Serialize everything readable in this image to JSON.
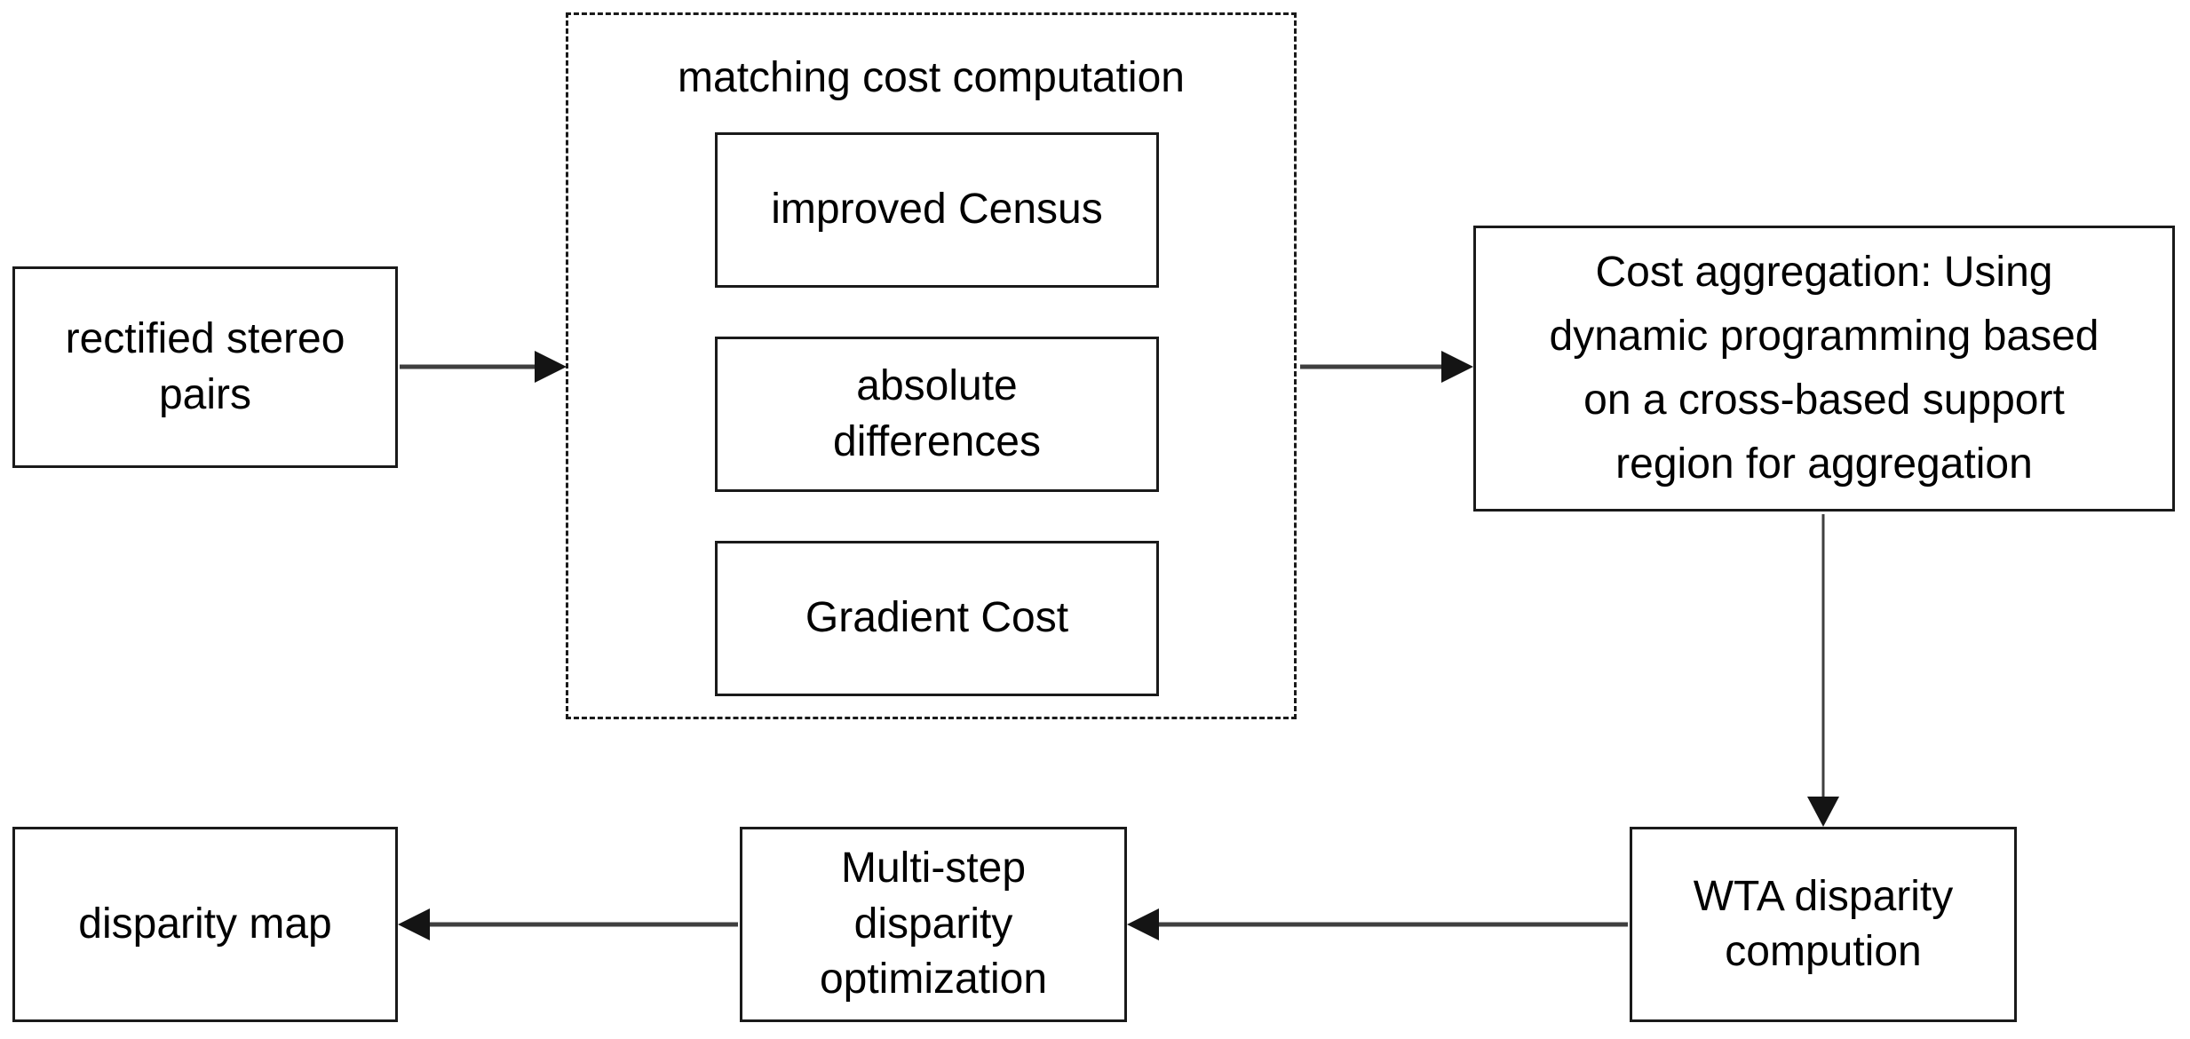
{
  "diagram": {
    "type": "flowchart",
    "theme": {
      "background": "#ffffff",
      "border-color": "#1a1a1a",
      "text-color": "#000000",
      "line-color": "#3f3f3f",
      "head-color": "#141414"
    },
    "nodes": {
      "rectified": {
        "label": "rectified stereo pairs",
        "lines": [
          "rectified stereo",
          "pairs"
        ]
      },
      "matching_group": {
        "label": "matching cost computation",
        "children": [
          "census",
          "absolute",
          "gradient"
        ]
      },
      "census": {
        "label": "improved Census",
        "lines": [
          "improved Census"
        ]
      },
      "absolute": {
        "label": "absolute differences",
        "lines": [
          "absolute",
          "differences"
        ]
      },
      "gradient": {
        "label": "Gradient Cost",
        "lines": [
          "Gradient Cost"
        ]
      },
      "aggregation": {
        "label": "Cost aggregation: Using dynamic programming based on a cross-based support region for aggregation",
        "lines": [
          "Cost aggregation: Using",
          "dynamic programming based",
          "on a cross-based support",
          "region for aggregation"
        ]
      },
      "wta": {
        "label": "WTA disparity compution",
        "lines": [
          "WTA disparity",
          "compution"
        ]
      },
      "multistep": {
        "label": "Multi-step disparity optimization",
        "lines": [
          "Multi-step",
          "disparity",
          "optimization"
        ]
      },
      "disparity": {
        "label": "disparity map",
        "lines": [
          "disparity map"
        ]
      }
    },
    "edges": [
      {
        "from": "rectified",
        "to": "matching_group",
        "direction": "right"
      },
      {
        "from": "matching_group",
        "to": "aggregation",
        "direction": "right"
      },
      {
        "from": "aggregation",
        "to": "wta",
        "direction": "down"
      },
      {
        "from": "wta",
        "to": "multistep",
        "direction": "left"
      },
      {
        "from": "multistep",
        "to": "disparity",
        "direction": "left"
      }
    ]
  }
}
